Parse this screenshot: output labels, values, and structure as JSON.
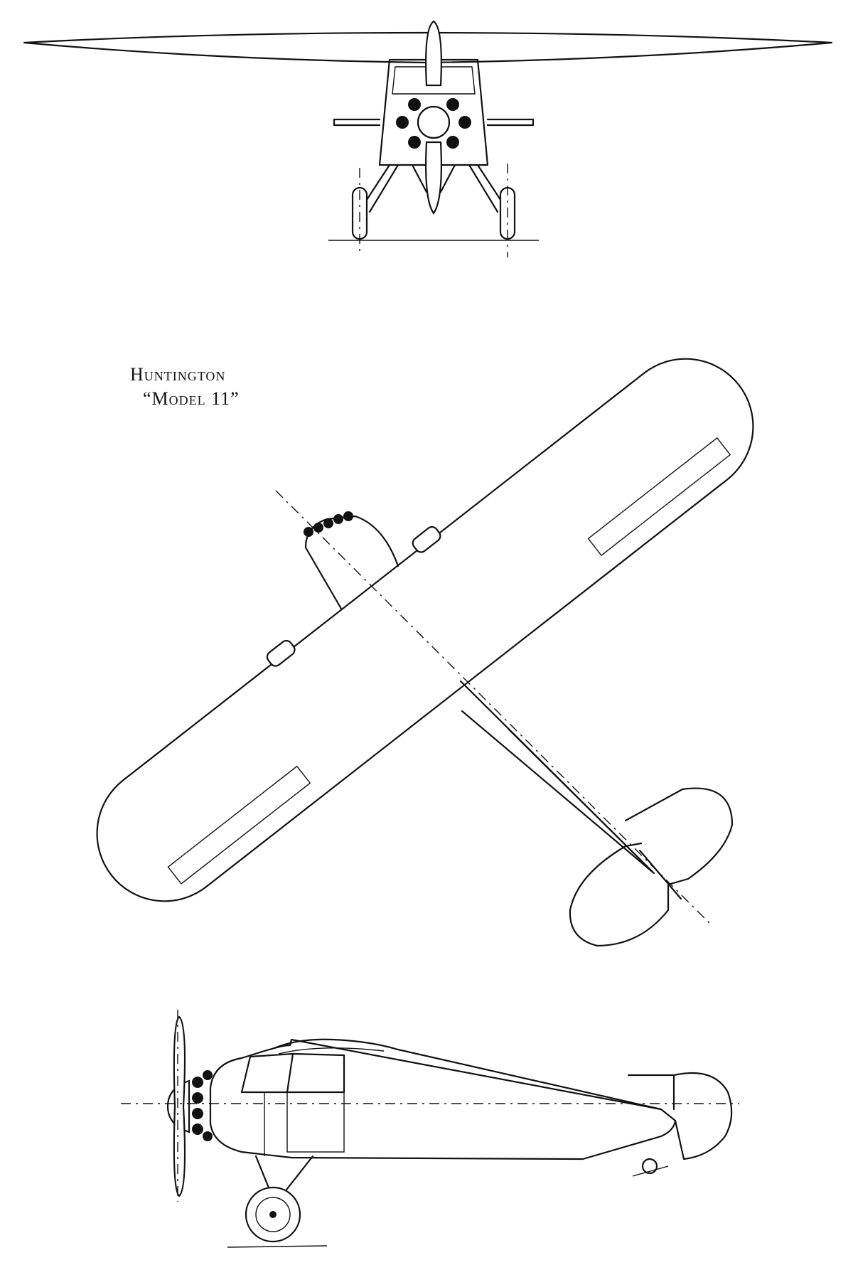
{
  "caption": {
    "line1": "Huntington",
    "line2": "“Model 11”"
  },
  "views": {
    "front": "front-view",
    "top": "plan-view",
    "side": "side-view"
  }
}
